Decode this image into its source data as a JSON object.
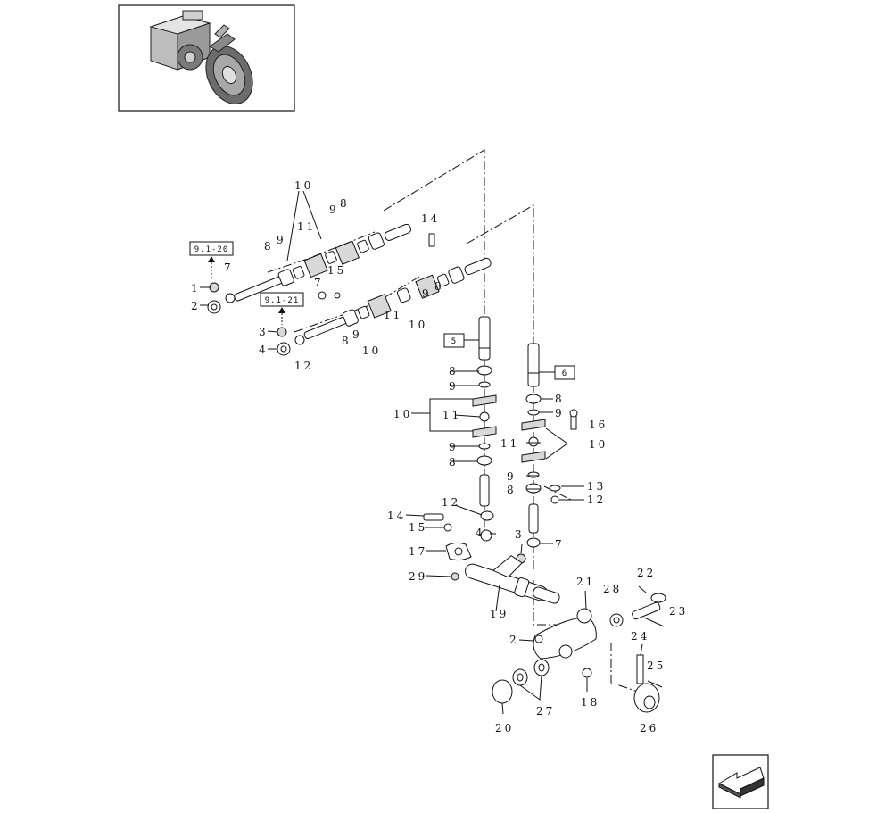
{
  "diagram": {
    "callouts": {
      "c1": "1",
      "c2a": "2",
      "c2b": "2",
      "c3a": "3",
      "c3b": "3",
      "c4a": "4",
      "c4b": "4",
      "c7a": "7",
      "c7b": "7",
      "c7c": "7",
      "c8a": "8",
      "c8b": "8",
      "c8c": "8",
      "c8d": "8",
      "c8e": "8",
      "c8f": "8",
      "c8g": "8",
      "c8h": "8",
      "c9a": "9",
      "c9b": "9",
      "c9c": "9",
      "c9d": "9",
      "c9e": "9",
      "c9f": "9",
      "c9g": "9",
      "c9h": "9",
      "c10a": "10",
      "c10b": "10",
      "c10c": "10",
      "c10d": "10",
      "c10e": "10",
      "c11a": "11",
      "c11b": "11",
      "c11c": "11",
      "c11d": "11",
      "c12a": "12",
      "c12b": "12",
      "c12c": "12",
      "c13": "13",
      "c14a": "14",
      "c14b": "14",
      "c15a": "15",
      "c15b": "15",
      "c16": "16",
      "c17": "17",
      "c18": "18",
      "c19": "19",
      "c20": "20",
      "c21": "21",
      "c22": "22",
      "c23": "23",
      "c24": "24",
      "c25": "25",
      "c26": "26",
      "c27": "27",
      "c28": "28",
      "c29": "29"
    },
    "refs": {
      "ref_a": "9.1-20",
      "ref_b": "9.1-21",
      "ref_5": "5",
      "ref_6": "6"
    }
  }
}
